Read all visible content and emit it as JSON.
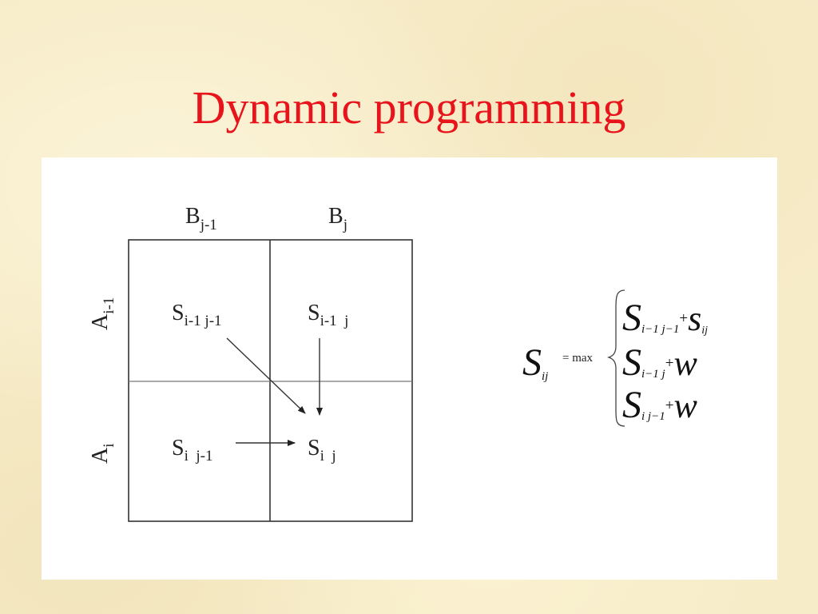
{
  "slide": {
    "title": "Dynamic programming"
  },
  "matrix": {
    "column_headers": [
      {
        "base": "B",
        "sub": "j-1"
      },
      {
        "base": "B",
        "sub": "j"
      }
    ],
    "row_headers": [
      {
        "base": "A",
        "sub": "i-1"
      },
      {
        "base": "A",
        "sub": "i"
      }
    ],
    "cells": [
      {
        "base": "S",
        "sub": "i-1 j-1"
      },
      {
        "base": "S",
        "sub": "i-1  j"
      },
      {
        "base": "S",
        "sub": "i  j-1"
      },
      {
        "base": "S",
        "sub": "i  j"
      }
    ]
  },
  "equation": {
    "lhs": {
      "base": "S",
      "sub": "ij"
    },
    "operator": "= max",
    "cases": [
      {
        "base": "S",
        "sub": "i−1 j−1",
        "plus": "+",
        "term": "s",
        "term_sub": "ij"
      },
      {
        "base": "S",
        "sub": "i−1 j",
        "plus": "+",
        "term": "w",
        "term_sub": ""
      },
      {
        "base": "S",
        "sub": "i j−1",
        "plus": "+",
        "term": "w",
        "term_sub": ""
      }
    ]
  }
}
